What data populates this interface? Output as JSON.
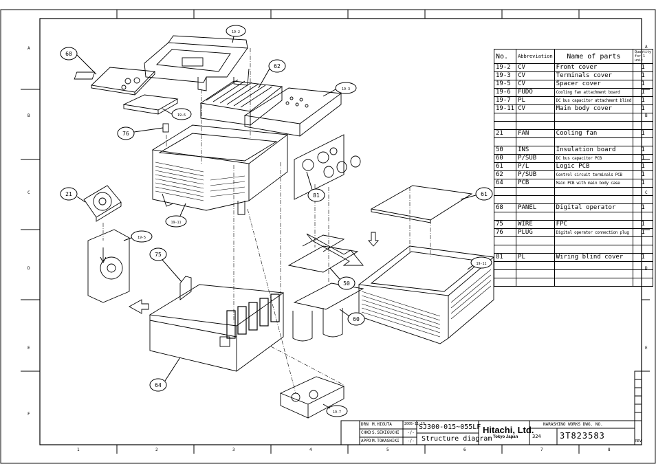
{
  "border": {
    "columns": [
      "1",
      "2",
      "3",
      "4",
      "5",
      "6",
      "7",
      "8"
    ],
    "rows": [
      "A",
      "B",
      "C",
      "D",
      "E",
      "F"
    ]
  },
  "parts_table": {
    "headers": {
      "no": "No.",
      "abbreviation": "Abbreviation",
      "name": "Name of parts",
      "quantity": "Quantity for 1 unit"
    },
    "rows": [
      {
        "no": "19-2",
        "abbr": "CV",
        "name": "Front cover",
        "qty": "1"
      },
      {
        "no": "19-3",
        "abbr": "CV",
        "name": "Terminals cover",
        "qty": "1"
      },
      {
        "no": "19-5",
        "abbr": "CV",
        "name": "Spacer cover",
        "qty": "1"
      },
      {
        "no": "19-6",
        "abbr": "FUDO",
        "name": "Cooling fan attachment board",
        "qty": "1",
        "small": true
      },
      {
        "no": "19-7",
        "abbr": "PL",
        "name": "DC bus capacitor attachment blind",
        "qty": "1",
        "small": true
      },
      {
        "no": "19-11",
        "abbr": "CV",
        "name": "Main body cover",
        "qty": "1"
      },
      {
        "no": "",
        "abbr": "",
        "name": "",
        "qty": ""
      },
      {
        "no": "",
        "abbr": "",
        "name": "",
        "qty": ""
      },
      {
        "no": "21",
        "abbr": "FAN",
        "name": "Cooling fan",
        "qty": "1"
      },
      {
        "no": "",
        "abbr": "",
        "name": "",
        "qty": ""
      },
      {
        "no": "50",
        "abbr": "INS",
        "name": "Insulation board",
        "qty": "1"
      },
      {
        "no": "60",
        "abbr": "P/SUB",
        "name": "DC bus capacitor PCB",
        "qty": "1",
        "small": true
      },
      {
        "no": "61",
        "abbr": "P/L",
        "name": "Logic PCB",
        "qty": "1"
      },
      {
        "no": "62",
        "abbr": "P/SUB",
        "name": "Control circuit terminals PCB",
        "qty": "1",
        "small": true
      },
      {
        "no": "64",
        "abbr": "PCB",
        "name": "Main PCB with main body case",
        "qty": "1",
        "small": true
      },
      {
        "no": "",
        "abbr": "",
        "name": "",
        "qty": ""
      },
      {
        "no": "",
        "abbr": "",
        "name": "",
        "qty": ""
      },
      {
        "no": "68",
        "abbr": "PANEL",
        "name": "Digital operator",
        "qty": "1"
      },
      {
        "no": "",
        "abbr": "",
        "name": "",
        "qty": ""
      },
      {
        "no": "75",
        "abbr": "WIRE",
        "name": "FPC",
        "qty": "1"
      },
      {
        "no": "76",
        "abbr": "PLUG",
        "name": "Digital operator connection plug",
        "qty": "1",
        "small": true
      },
      {
        "no": "",
        "abbr": "",
        "name": "",
        "qty": ""
      },
      {
        "no": "",
        "abbr": "",
        "name": "",
        "qty": ""
      },
      {
        "no": "81",
        "abbr": "PL",
        "name": "Wiring blind cover",
        "qty": "1"
      },
      {
        "no": "",
        "abbr": "",
        "name": "",
        "qty": ""
      },
      {
        "no": "",
        "abbr": "",
        "name": "",
        "qty": ""
      },
      {
        "no": "",
        "abbr": "",
        "name": "",
        "qty": ""
      }
    ]
  },
  "callouts": [
    {
      "label": "68"
    },
    {
      "label": "19-2"
    },
    {
      "label": "62"
    },
    {
      "label": "19-3"
    },
    {
      "label": "19-6"
    },
    {
      "label": "76"
    },
    {
      "label": "21"
    },
    {
      "label": "19-11"
    },
    {
      "label": "81"
    },
    {
      "label": "61"
    },
    {
      "label": "19-5"
    },
    {
      "label": "75"
    },
    {
      "label": "50"
    },
    {
      "label": "60"
    },
    {
      "label": "19-11"
    },
    {
      "label": "64"
    },
    {
      "label": "19-7"
    }
  ],
  "title_block": {
    "rows": [
      {
        "role": "DRN",
        "name": "M.HIGUTA",
        "date": "2005-11-15"
      },
      {
        "role": "CHKD",
        "name": "S.SEKIGUCHI",
        "date": "-/-"
      },
      {
        "role": "APPD",
        "name": "M.TOKASHIKI",
        "date": "-/-"
      }
    ],
    "model": "SJ300-015~055LF",
    "drawing_title": "Structure diagram",
    "company": "Hitachi, Ltd.",
    "company_sub": "Tokyo Japan",
    "works": "NARASHINO WORKS DWG. NO.",
    "dwg_prefix": "324",
    "dwg_no": "3T823583",
    "rev": "REV"
  }
}
